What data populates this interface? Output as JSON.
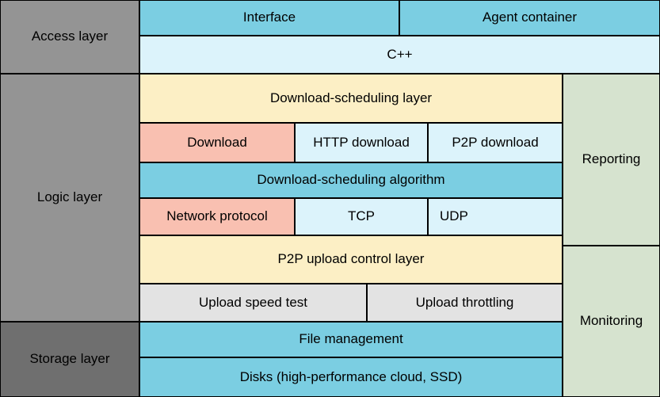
{
  "diagram": {
    "left_column": {
      "access_layer": "Access layer",
      "logic_layer": "Logic layer",
      "storage_layer": "Storage layer"
    },
    "access": {
      "interface": "Interface",
      "agent_container": "Agent container",
      "cpp": "C++"
    },
    "logic": {
      "download_scheduling_layer": "Download-scheduling layer",
      "download": "Download",
      "http_download": "HTTP download",
      "p2p_download": "P2P download",
      "download_scheduling_algorithm": "Download-scheduling algorithm",
      "network_protocol": "Network protocol",
      "tcp": "TCP",
      "udp": "UDP",
      "p2p_upload_control_layer": "P2P upload control layer",
      "upload_speed_test": "Upload speed test",
      "upload_throttling": "Upload throttling"
    },
    "storage": {
      "file_management": "File management",
      "disks": "Disks (high-performance cloud, SSD)"
    },
    "side": {
      "reporting": "Reporting",
      "monitoring": "Monitoring"
    },
    "colors": {
      "layer_gray": "#949494",
      "storage_gray": "#6F6F6F",
      "cyan": "#7BCEE2",
      "pale_cyan": "#DCF3FB",
      "yellow": "#FCEFC5",
      "salmon": "#F9C0B1",
      "light_gray": "#E3E3E3",
      "green": "#D6E3CF",
      "border": "#000000",
      "text": "#000000"
    }
  }
}
